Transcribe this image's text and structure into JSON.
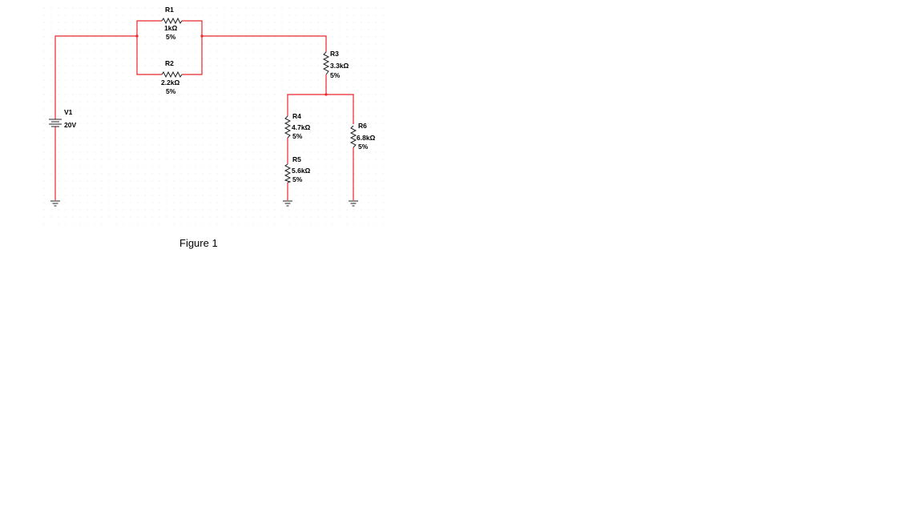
{
  "caption": "Figure 1",
  "colors": {
    "wire": "#e8262b",
    "component": "#222222",
    "grid_dot": "#d7d7d7"
  },
  "source": {
    "name": "V1",
    "value": "20V"
  },
  "resistors": {
    "r1": {
      "name": "R1",
      "value": "1kΩ",
      "tolerance": "5%"
    },
    "r2": {
      "name": "R2",
      "value": "2.2kΩ",
      "tolerance": "5%"
    },
    "r3": {
      "name": "R3",
      "value": "3.3kΩ",
      "tolerance": "5%"
    },
    "r4": {
      "name": "R4",
      "value": "4.7kΩ",
      "tolerance": "5%"
    },
    "r5": {
      "name": "R5",
      "value": "5.6kΩ",
      "tolerance": "5%"
    },
    "r6": {
      "name": "R6",
      "value": "6.8kΩ",
      "tolerance": "5%"
    }
  }
}
